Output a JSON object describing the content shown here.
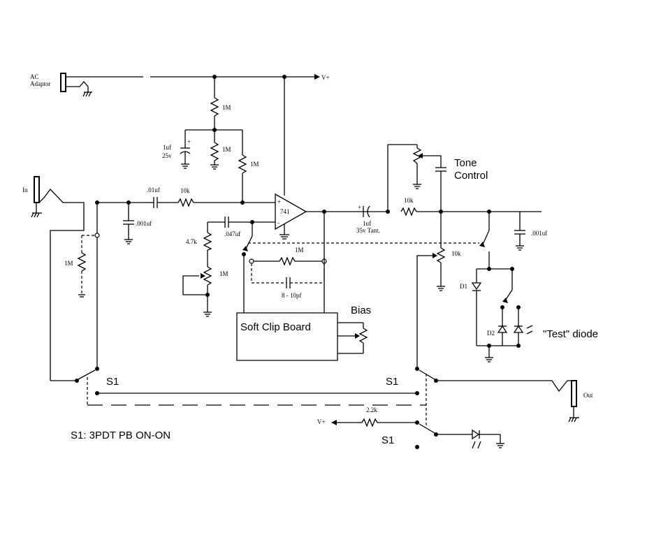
{
  "labels": {
    "ac_adaptor_1": "AC",
    "ac_adaptor_2": "Adaptor",
    "vplus": "V+",
    "in_jack": "In",
    "out_jack": "Out",
    "r_1m_top": "1M",
    "r_1m_mid": "1M",
    "r_1m_right": "1M",
    "cap_1uf": "1uf",
    "cap_25v": "25v",
    "cap_01uf": ".01uf",
    "r_10k_in": "10k",
    "cap_001uf_in": ".001uf",
    "r_1m_in": "1M",
    "cap_047uf": ".047uf",
    "r_4k7": "4.7k",
    "pot_1m": "1M",
    "opamp": "741",
    "r_1m_fb": "1M",
    "cap_8_10pf": "8 - 10pf",
    "cap_out_1uf": "1uf",
    "cap_out_35v": "35v Tant.",
    "r_10k_tone": "10k",
    "pot_10k": "10k",
    "cap_001uf_out": ".001uf",
    "tone_1": "Tone",
    "tone_2": "Control",
    "soft_clip": "Soft Clip Board",
    "bias": "Bias",
    "d1": "D1",
    "d2": "D2",
    "test_diode": "\"Test\" diode",
    "s1_left": "S1",
    "s1_mid": "S1",
    "s1_bottom": "S1",
    "r_2k2": "2.2k",
    "switch_spec": "S1: 3PDT PB ON-ON"
  }
}
